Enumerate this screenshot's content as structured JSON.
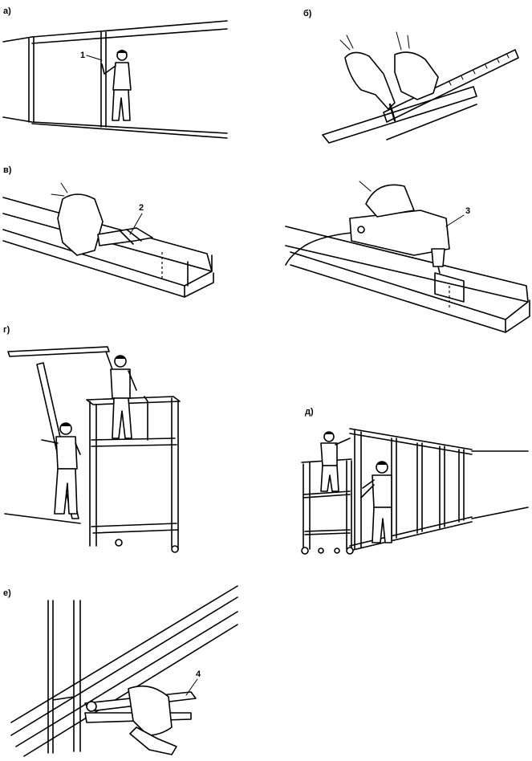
{
  "panels": [
    {
      "id": "a",
      "label": "а)"
    },
    {
      "id": "b",
      "label": "б)"
    },
    {
      "id": "v",
      "label": "в)"
    },
    {
      "id": "g",
      "label": "г)"
    },
    {
      "id": "d",
      "label": "д)"
    },
    {
      "id": "e",
      "label": "е)"
    }
  ],
  "callouts": [
    "1",
    "2",
    "3",
    "4"
  ]
}
